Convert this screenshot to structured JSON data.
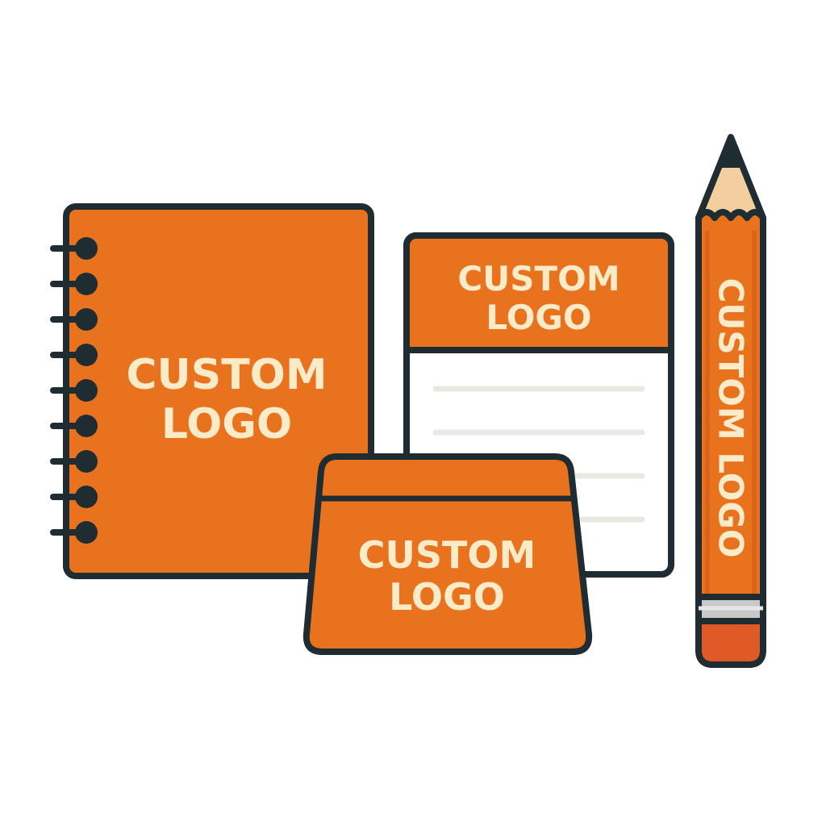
{
  "colors": {
    "orange": "#E8721E",
    "outline": "#1F2D33",
    "cream": "#FCEBC8",
    "paper": "#FFFFFF",
    "rule_line": "#E9E9E4",
    "pencil_wood": "#F3CFA0",
    "pencil_ferrule": "#C9C9C9",
    "pencil_eraser": "#E05A28"
  },
  "notebook": {
    "logo_line1": "CUSTOM",
    "logo_line2": "LOGO",
    "icon": "spiral-notebook-icon"
  },
  "notepad": {
    "logo_line1": "CUSTOM",
    "logo_line2": "LOGO",
    "icon": "notepad-icon"
  },
  "card_holder": {
    "logo_line1": "CUSTOM",
    "logo_line2": "LOGO",
    "icon": "desk-card-holder-icon"
  },
  "pencil": {
    "logo_text": "CUSTOM LOGO",
    "icon": "pencil-icon"
  }
}
